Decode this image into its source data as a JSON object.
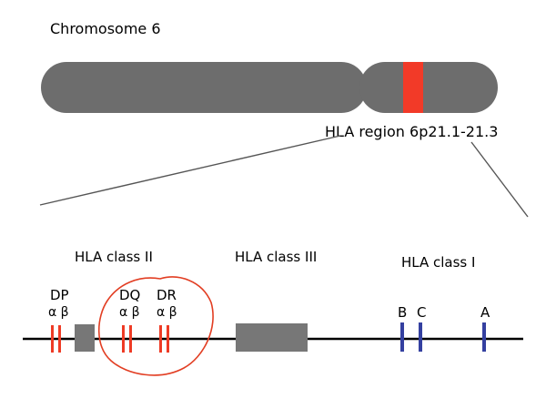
{
  "chromosome": {
    "title": "Chromosome 6",
    "region_label": "HLA region 6p21.1-21.3",
    "body_color": "#6d6d6d",
    "highlight_color": "#f23a28"
  },
  "hla_map": {
    "line_color": "#000000",
    "class_ii_gene_color": "#ee3b25",
    "class_i_gene_color": "#3440a0",
    "block_color": "#777777",
    "circle_color": "#e23e23",
    "classes": [
      {
        "label": "HLA class II"
      },
      {
        "label": "HLA class III"
      },
      {
        "label": "HLA class I"
      }
    ],
    "class_ii_genes": [
      {
        "label": "DP",
        "subunits": "α β"
      },
      {
        "label": "DQ",
        "subunits": "α β"
      },
      {
        "label": "DR",
        "subunits": "α β"
      }
    ],
    "class_i_genes": [
      {
        "label": "B"
      },
      {
        "label": "C"
      },
      {
        "label": "A"
      }
    ]
  }
}
